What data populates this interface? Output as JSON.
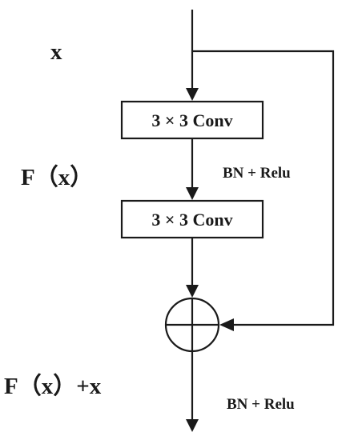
{
  "labels": {
    "input": "x",
    "residual": "F（x）",
    "output": "F（x）+x",
    "activation_mid": "BN + Relu",
    "activation_out": "BN + Relu"
  },
  "layers": [
    {
      "label": "3 × 3 Conv"
    },
    {
      "label": "3 × 3 Conv"
    }
  ],
  "add_node": "circle-plus"
}
